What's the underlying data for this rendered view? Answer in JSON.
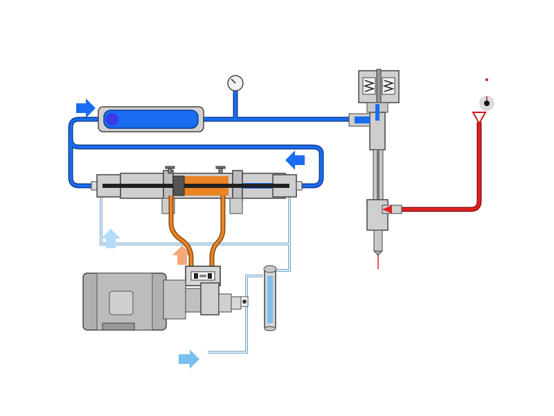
{
  "diagram": {
    "kind": "waterjet-intensifier-schematic",
    "colors": {
      "high_pressure_water": "#1565e8",
      "hydraulic_oil": "#e07818",
      "abrasive_feed": "#dc1c1c",
      "low_pressure_water": "#8fc2f0",
      "housing_gray": "#c9c9c9",
      "steel_outline": "#3a3a3a",
      "plunger": "#222222"
    },
    "components": [
      {
        "id": "accumulator",
        "icon": "accumulator-tank"
      },
      {
        "id": "pressure-gauge",
        "icon": "gauge-icon"
      },
      {
        "id": "intensifier",
        "icon": "double-acting-intensifier"
      },
      {
        "id": "hydraulic-pump-motor",
        "icon": "electric-motor"
      },
      {
        "id": "filter",
        "icon": "filter-cartridge"
      },
      {
        "id": "cutting-head",
        "icon": "on-off-valve-nozzle"
      },
      {
        "id": "abrasive-hopper",
        "icon": "abrasive-feed-icon"
      }
    ],
    "flow_arrows": [
      {
        "id": "water-inlet",
        "color": "#1565e8",
        "direction": "right"
      },
      {
        "id": "return-to-accumulator",
        "color": "#1565e8",
        "direction": "left"
      },
      {
        "id": "low-pressure-water-up",
        "color": "#a8d4f5",
        "direction": "up"
      },
      {
        "id": "oil-up",
        "color": "#f0a878",
        "direction": "up"
      },
      {
        "id": "drain-out",
        "color": "#7ec0ec",
        "direction": "right"
      }
    ]
  }
}
